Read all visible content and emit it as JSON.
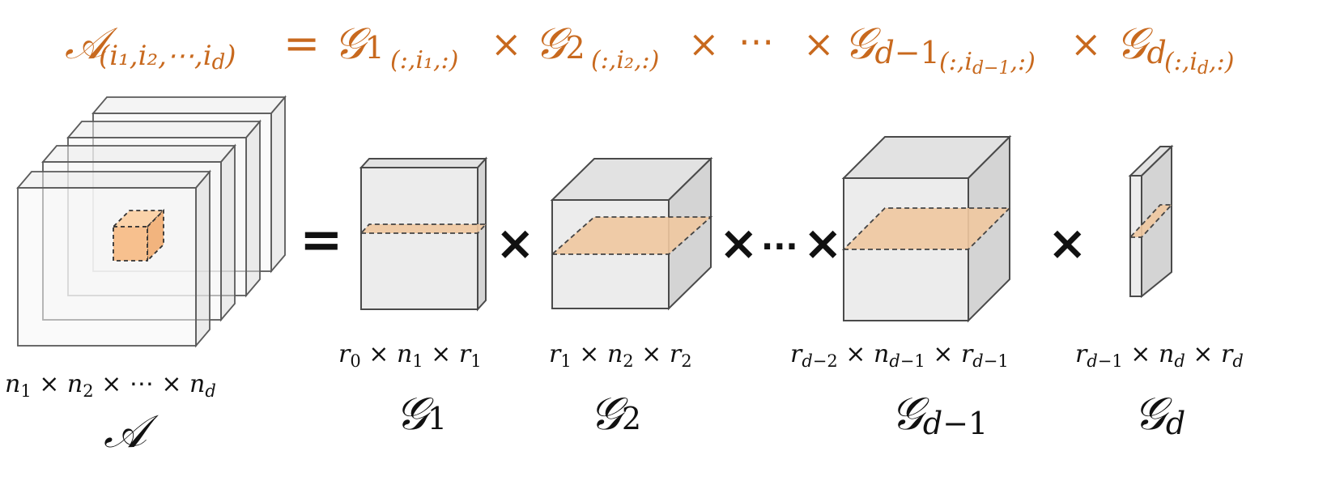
{
  "formula": {
    "lhs": "𝒜",
    "lhs_sub": "(i₁,i₂,⋯,i_d)",
    "eq": "=",
    "t1": "𝒢₁",
    "t1_sub": "(:,i₁,:)",
    "times": "×",
    "t2": "𝒢₂",
    "t2_sub": "(:,i₂,:)",
    "dots": "⋯",
    "t3": "𝒢_{d−1}",
    "t3_sub": "(:,i_{d−1},:)",
    "t4": "𝒢_d",
    "t4_sub": "(:,i_d,:)"
  },
  "operators": {
    "equals": "=",
    "times": "×",
    "ellipsis": "···"
  },
  "tensors": [
    {
      "dims_html": "n₁ × n₂ × ⋯ × n_d",
      "name": "𝒜"
    },
    {
      "dims_html": "r₀ × n₁ × r₁",
      "name": "𝒢₁"
    },
    {
      "dims_html": "r₁ × n₂ × r₂",
      "name": "𝒢₂"
    },
    {
      "dims_html": "r_{d−2} × n_{d−1} × r_{d−1}",
      "name": "𝒢_{d−1}"
    },
    {
      "dims_html": "r_{d−1} × n_d × r_d",
      "name": "𝒢_d"
    }
  ],
  "colors": {
    "formula": "#c8691e",
    "slice": "#f0c8a0",
    "subcube": "#f7c08e",
    "box": "#ececec"
  }
}
